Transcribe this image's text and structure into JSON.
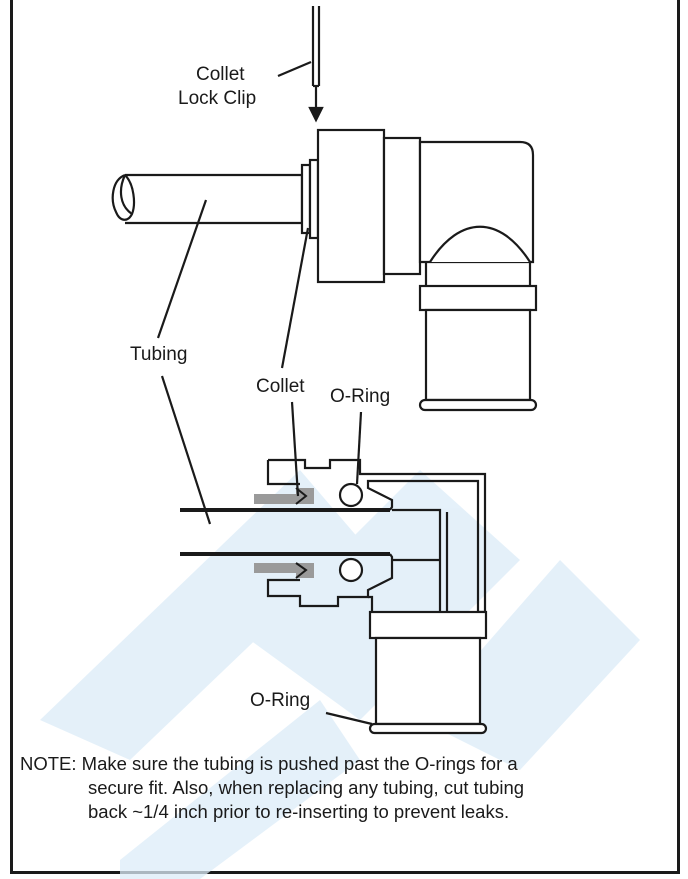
{
  "labels": {
    "collet_lock_clip_line1": "Collet",
    "collet_lock_clip_line2": "Lock Clip",
    "tubing": "Tubing",
    "collet": "Collet",
    "o_ring_top": "O-Ring",
    "o_ring_bottom": "O-Ring"
  },
  "note": {
    "line1": "NOTE: Make sure the tubing is pushed past the O-rings for a",
    "line2": "secure fit. Also, when replacing any tubing, cut tubing",
    "line3": "back ~1/4 inch prior to re-inserting to prevent leaks."
  },
  "colors": {
    "line": "#1a1a1a",
    "collet_gray": "#9a9a9a",
    "watermark": "#d6e9f7"
  }
}
